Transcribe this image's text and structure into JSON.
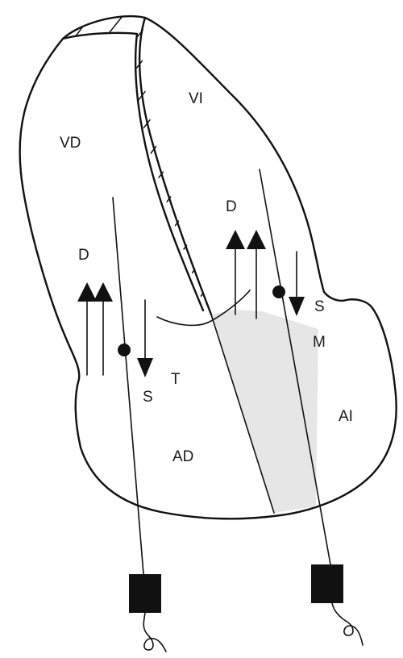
{
  "labels": {
    "vd": "VD",
    "vi": "VI",
    "d_left": "D",
    "d_right": "D",
    "s_left": "S",
    "s_right": "S",
    "t": "T",
    "m": "M",
    "ad": "AD",
    "ai": "AI"
  },
  "colors": {
    "line": "#111111",
    "septum_band": "#e6e6e6",
    "background": "#ffffff"
  }
}
